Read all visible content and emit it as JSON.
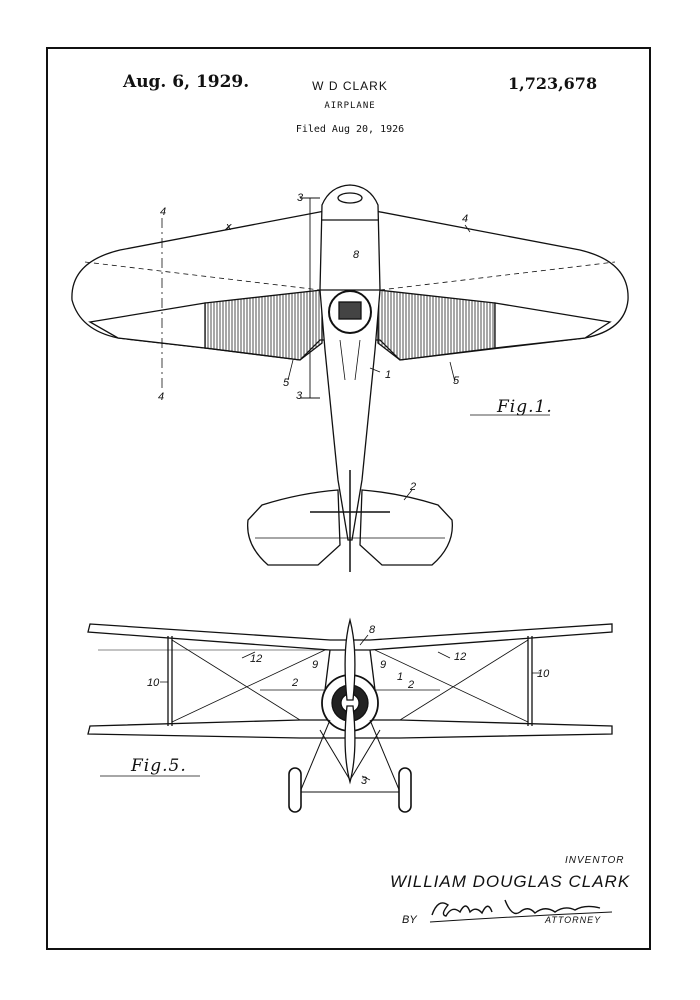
{
  "header": {
    "date": "Aug. 6, 1929.",
    "inventor_short": "W D CLARK",
    "patent_number": "1,723,678",
    "title": "AIRPLANE",
    "filed": "Filed Aug 20, 1926"
  },
  "figures": {
    "fig1_label": "Fig.1.",
    "fig5_label": "Fig.5."
  },
  "reference_numerals": {
    "section_4": "4",
    "section_3": "3",
    "wing_5": "5",
    "fuselage_1": "1",
    "tail_2": "2",
    "tank_8": "8",
    "mark_x": "x",
    "fig5_8": "8",
    "fig5_12": "12",
    "fig5_10": "10",
    "fig5_9": "9",
    "fig5_2": "2",
    "fig5_1": "1",
    "fig5_3": "3"
  },
  "signature": {
    "inventor_label": "INVENTOR",
    "inventor_name": "WILLIAM DOUGLAS CLARK",
    "by_label": "BY",
    "attorney_label": "ATTORNEY"
  }
}
